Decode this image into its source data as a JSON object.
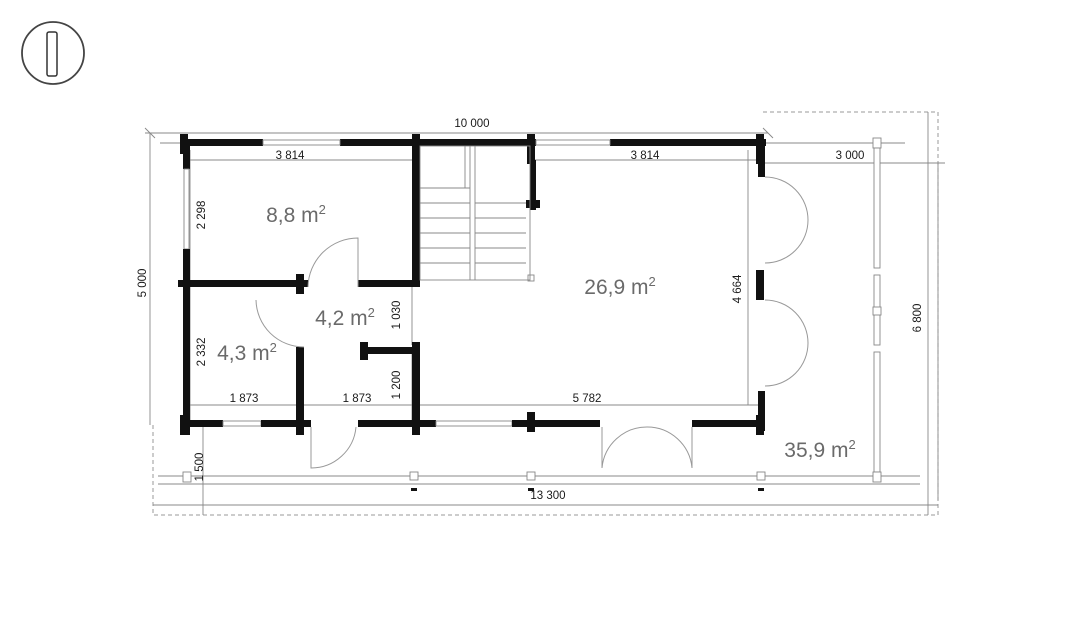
{
  "floor_label": "I",
  "dimensions": {
    "total_width": "10 000",
    "room1_width": "3 814",
    "room3_width": "3 814",
    "terrace_width": "3 000",
    "room1_height": "2 298",
    "room2_height": "2 332",
    "total_height": "5 000",
    "bath_width": "1 873",
    "hall_width": "1 873",
    "hall_door_gap": "1 030",
    "hall_lower": "1 200",
    "living_width": "5 782",
    "living_height": "4 664",
    "overall_height": "6 800",
    "porch_depth": "1 500",
    "overall_width": "13 300"
  },
  "rooms": {
    "room1": {
      "value": "8,8 m",
      "unit_sup": "2"
    },
    "hall": {
      "value": "4,2 m",
      "unit_sup": "2"
    },
    "bath": {
      "value": "4,3 m",
      "unit_sup": "2"
    },
    "living": {
      "value": "26,9 m",
      "unit_sup": "2"
    },
    "terrace": {
      "value": "35,9 m",
      "unit_sup": "2"
    }
  }
}
